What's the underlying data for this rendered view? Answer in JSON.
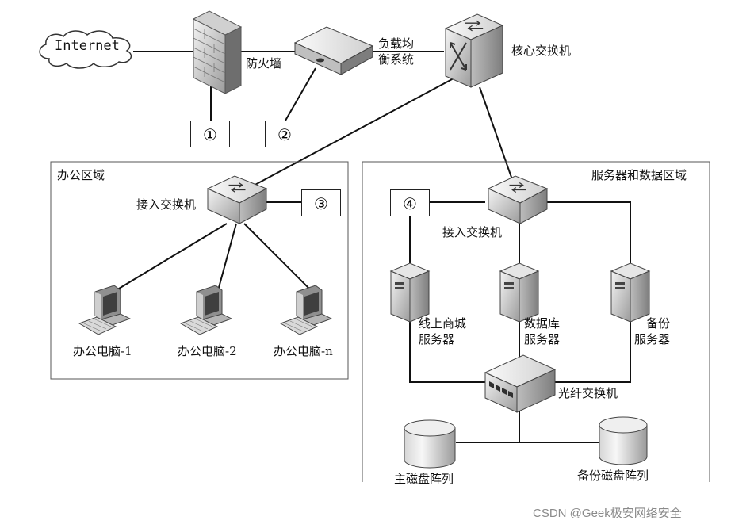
{
  "internet": "Internet",
  "firewall": "防火墙",
  "load_balancer": [
    "负载均",
    "衡系统"
  ],
  "core_switch": "核心交换机",
  "markers": [
    "①",
    "②",
    "③",
    "④"
  ],
  "office_zone": {
    "title": "办公区域",
    "access_switch": "接入交换机",
    "pcs": [
      "办公电脑-1",
      "办公电脑-2",
      "办公电脑-n"
    ]
  },
  "server_zone": {
    "title": "服务器和数据区域",
    "access_switch": "接入交换机",
    "servers": [
      [
        "线上商城",
        "服务器"
      ],
      [
        "数据库",
        "服务器"
      ],
      [
        "备份",
        "服务器"
      ]
    ],
    "fiber_switch": "光纤交换机",
    "disk_arrays": [
      "主磁盘阵列",
      "备份磁盘阵列"
    ]
  },
  "watermark": "CSDN @Geek极安网络安全"
}
